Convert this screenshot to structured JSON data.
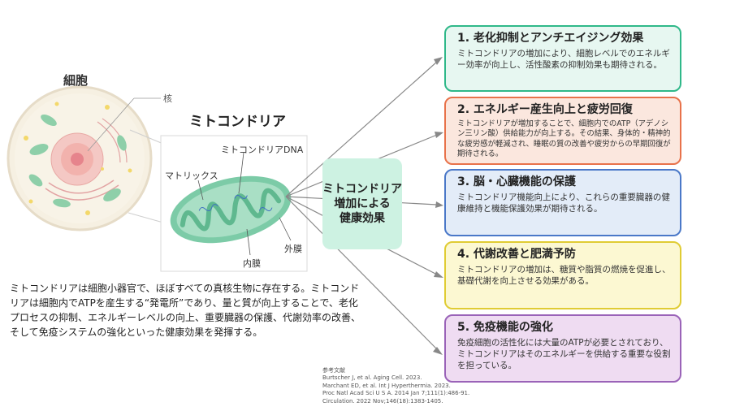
{
  "colors": {
    "card1_border": "#2fb889",
    "card1_bg": "#e7f7f1",
    "card2_border": "#e8724a",
    "card2_bg": "#fbe7de",
    "card3_border": "#4a78c8",
    "card3_bg": "#e3ecf8",
    "card4_border": "#e0cc34",
    "card4_bg": "#fcf8d2",
    "card5_border": "#9a63b8",
    "card5_bg": "#efdcf2",
    "center_box": "#cdf2e2",
    "mitochondria": "#7ccba7"
  },
  "labels": {
    "cell": "細胞",
    "nucleus": "核",
    "mitochondria": "ミトコンドリア",
    "mito_dna": "ミトコンドリアDNA",
    "matrix": "マトリックス",
    "inner_membrane": "内膜",
    "outer_membrane": "外膜"
  },
  "center_box": {
    "text": "ミトコンドリア\n増加による\n健康効果"
  },
  "description": "ミトコンドリアは細胞小器官で、ほぼすべての真核生物に存在する。ミトコンドリアは細胞内でATPを産生する“発電所”であり、量と質が向上することで、老化プロセスの抑制、エネルギーレベルの向上、重要臓器の保護、代謝効率の改善、そして免疫システムの強化といった健康効果を発揮する。",
  "cards": [
    {
      "title": "1. 老化抑制とアンチエイジング効果",
      "body": "ミトコンドリアの増加により、細胞レベルでのエネルギー効率が向上し、活性酸素の抑制効果も期待される。"
    },
    {
      "title": "2. エネルギー産生向上と疲労回復",
      "body": "ミトコンドリアが増加することで、細胞内でのATP（アデノシン三リン酸）供給能力が向上する。その結果、身体的・精神的な疲労感が軽減され、睡眠の質の改善や疲労からの早期回復が期待される。"
    },
    {
      "title": "3. 脳・心臓機能の保護",
      "body": "ミトコンドリア機能向上により、これらの重要臓器の健康維持と機能保護効果が期待される。"
    },
    {
      "title": "4. 代謝改善と肥満予防",
      "body": "ミトコンドリアの増加は、糖質や脂質の燃焼を促進し、基礎代謝を向上させる効果がある。"
    },
    {
      "title": "5. 免疫機能の強化",
      "body": "免疫細胞の活性化には大量のATPが必要とされており、ミトコンドリアはそのエネルギーを供給する重要な役割を担っている。"
    }
  ],
  "references": {
    "title": "参考文献",
    "items": [
      "Burtscher J, et al. Aging Cell. 2023.",
      "Marchant ED, et al. Int J Hyperthermia. 2023.",
      "Proc Natl Acad Sci U S A. 2014 Jan 7;111(1):486-91.",
      "Circulation. 2022 Nov;146(18):1383-1405."
    ]
  }
}
